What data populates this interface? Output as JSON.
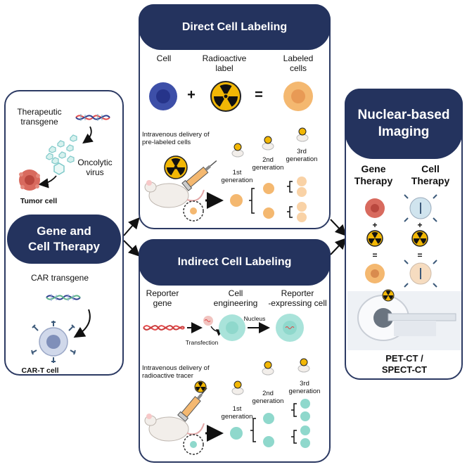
{
  "direct": {
    "title": "Direct Cell Labeling",
    "cell": "Cell",
    "label_line1": "Radioactive",
    "label_line2": "label",
    "labeled_line1": "Labeled",
    "labeled_line2": "cells",
    "plus": "+",
    "equals": "=",
    "delivery_line1": "Intravenous delivery of",
    "delivery_line2": "pre-labeled cells",
    "gen1_line1": "1st",
    "gen1_line2": "generation",
    "gen2_line1": "2nd",
    "gen2_line2": "generation",
    "gen3_line1": "3rd",
    "gen3_line2": "generation"
  },
  "indirect": {
    "title": "Indirect Cell Labeling",
    "reporter_line1": "Reporter",
    "reporter_line2": "gene",
    "cell_line1": "Cell",
    "cell_line2": "engineering",
    "expr_line1": "Reporter",
    "expr_line2": "-expressing cell",
    "nucleus": "Nucleus",
    "transfection": "Transfection",
    "delivery_line1": "Intravenous delivery of",
    "delivery_line2": "radioactive tracer",
    "gen1_line1": "1st",
    "gen1_line2": "generation",
    "gen2_line1": "2nd",
    "gen2_line2": "generation",
    "gen3_line1": "3rd",
    "gen3_line2": "generation"
  },
  "left": {
    "therapeutic_line1": "Therapeutic",
    "therapeutic_line2": "transgene",
    "oncolytic_line1": "Oncolytic",
    "oncolytic_line2": "virus",
    "tumor": "Tumor cell",
    "title_line1": "Gene and",
    "title_line2": "Cell Therapy",
    "car_transgene": "CAR transgene",
    "car_t": "CAR-T cell"
  },
  "right": {
    "title_line1": "Nuclear-based",
    "title_line2": "Imaging",
    "gene_line1": "Gene",
    "gene_line2": "Therapy",
    "cell_line1": "Cell",
    "cell_line2": "Therapy",
    "plus": "+",
    "equals": "=",
    "scanner_line1": "PET-CT /",
    "scanner_line2": "SPECT-CT"
  },
  "colors": {
    "navy": "#24335e",
    "cell_blue": "#3d4fa8",
    "labeled_orange": "#f4b870",
    "teal": "#8fd8cc",
    "tumor": "#d86a5e",
    "radiation_yellow": "#f2b705"
  }
}
